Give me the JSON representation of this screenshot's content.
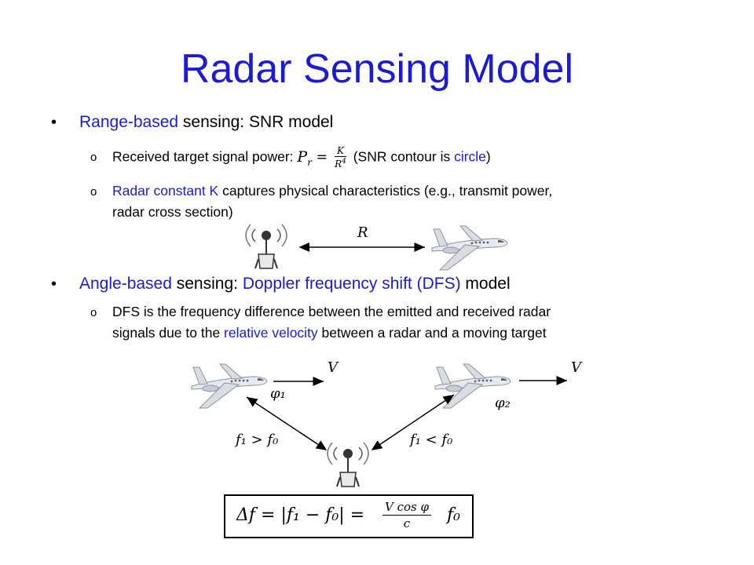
{
  "title": "Radar Sensing Model",
  "bullet1": {
    "highlight": "Range-based",
    "rest": " sensing: SNR model"
  },
  "sub1": {
    "prefix": "Received target signal power: ",
    "lhs": "P",
    "lhs_sub": "r",
    "eq": " =",
    "num": "K",
    "den": "R",
    "den_sup": "4",
    "suffix_a": " (SNR contour is ",
    "circle": "circle",
    "suffix_b": ")"
  },
  "sub2": {
    "highlight": "Radar constant K",
    "line1_rest": " captures physical characteristics (e.g., transmit power,",
    "line2": "radar cross section)"
  },
  "diagram1": {
    "range_label": "R"
  },
  "bullet2": {
    "highlight1": "Angle-based",
    "mid": " sensing: ",
    "highlight2": "Doppler frequency shift (DFS)",
    "rest": " model"
  },
  "sub3": {
    "line1": "DFS is the frequency difference between the emitted and received radar",
    "line2_a": "signals due to the ",
    "highlight": "relative velocity",
    "line2_b": " between a radar and a moving target"
  },
  "diagram2": {
    "velocity_left": "V",
    "velocity_right": "V",
    "angle1": "φ₁",
    "angle2": "φ₂",
    "freq_left": "f₁ > f₀",
    "freq_right": "f₁ < f₀"
  },
  "formula": {
    "lhs": "Δf  = |f₁ − f₀| =",
    "num": "V cos φ",
    "den": "c",
    "tail": "f₀"
  },
  "colors": {
    "accent": "#1a1ad8",
    "text": "#000000"
  },
  "icons": [
    "radar-antenna-icon",
    "airplane-icon"
  ]
}
